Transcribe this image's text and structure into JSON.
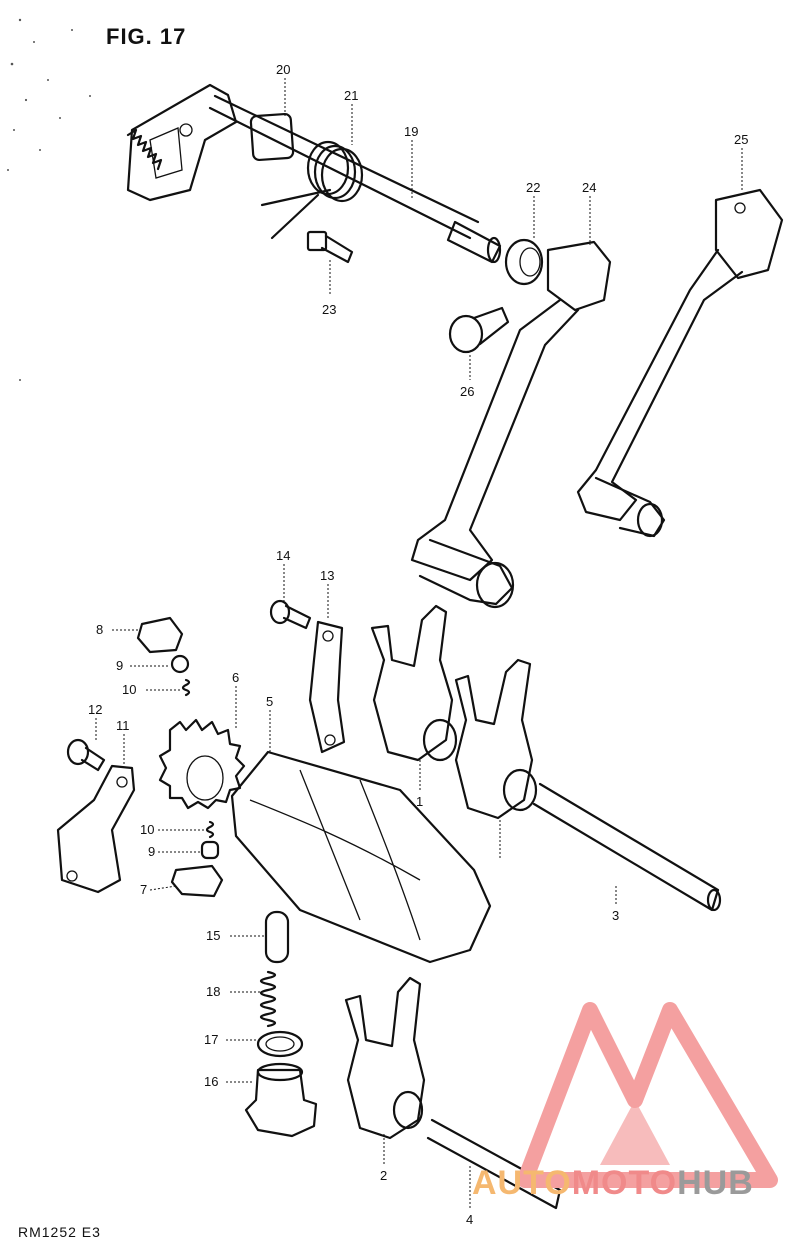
{
  "figure": {
    "title": "FIG. 17",
    "code": "RM1252 E3"
  },
  "watermark": {
    "word_a": "AUTO",
    "word_b": "MOTO",
    "word_c": "HUB",
    "color_a": "#f5b870",
    "color_b": "#f08a8a",
    "color_c": "#9a9a9a"
  },
  "labels": {
    "p1": "1",
    "p2": "2",
    "p3": "3",
    "p4": "4",
    "p5": "5",
    "p6": "6",
    "p7": "7",
    "p8": "8",
    "p9a": "9",
    "p9b": "9",
    "p10a": "10",
    "p10b": "10",
    "p11": "11",
    "p12": "12",
    "p13": "13",
    "p14": "14",
    "p15": "15",
    "p16": "16",
    "p17": "17",
    "p18": "18",
    "p19": "19",
    "p20": "20",
    "p21": "21",
    "p22": "22",
    "p23": "23",
    "p24": "24",
    "p25": "25",
    "p26": "26"
  }
}
